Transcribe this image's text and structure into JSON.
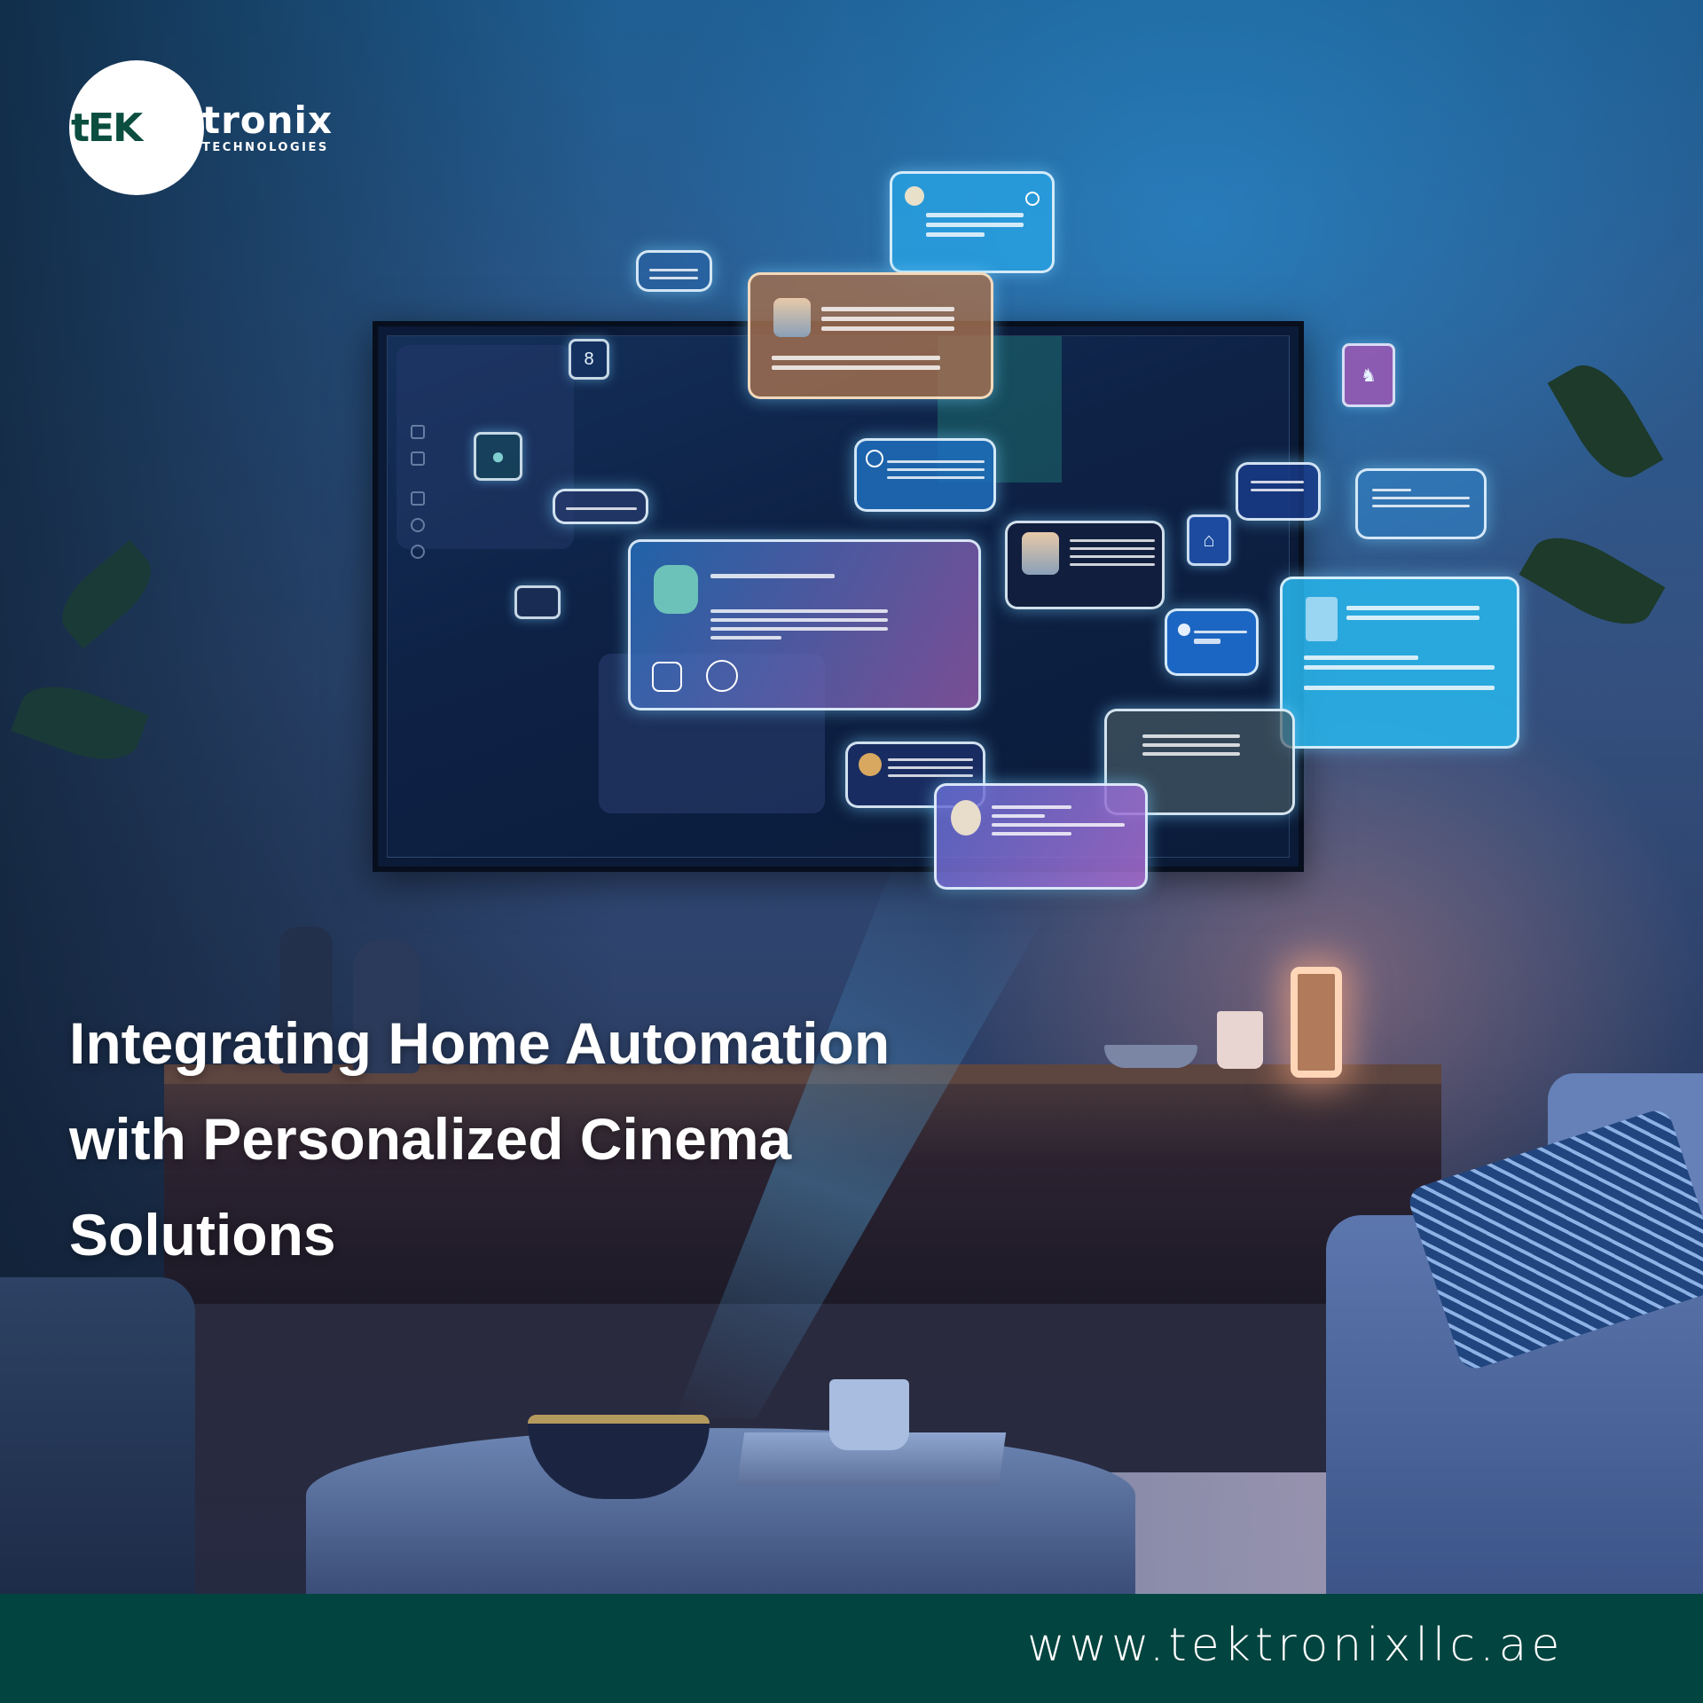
{
  "brand": {
    "logo_mark": "tEK",
    "logo_word": "tronix",
    "logo_subtitle": "TECHNOLOGIES",
    "colors": {
      "primary": "#02443f",
      "logo_green": "#0b4e40",
      "text": "#ffffff"
    }
  },
  "headline": {
    "lines": [
      "Integrating Home Automation",
      "with Personalized Cinema",
      "Solutions"
    ]
  },
  "footer": {
    "url": "www.tektronixllc.ae",
    "background": "#02443f"
  },
  "scene": {
    "description": "Living room with wall-mounted TV and floating holographic UI panels",
    "panels": [
      {
        "id": "p1",
        "icon": "avatar-icon"
      },
      {
        "id": "p2",
        "icon": "profile-card"
      },
      {
        "id": "p3",
        "icon": "settings-icon"
      },
      {
        "id": "p4",
        "icon": "spiral-icon"
      },
      {
        "id": "p5",
        "icon": "user-profile-card"
      },
      {
        "id": "p6",
        "icon": "speaker-card"
      },
      {
        "id": "p7",
        "icon": "building-icon"
      },
      {
        "id": "p8",
        "icon": "media-card"
      },
      {
        "id": "p9",
        "icon": "music-icon"
      }
    ],
    "chip_glyphs": {
      "lock": "8",
      "puzzle": "♞",
      "circle": "●",
      "home": "⌂"
    }
  }
}
